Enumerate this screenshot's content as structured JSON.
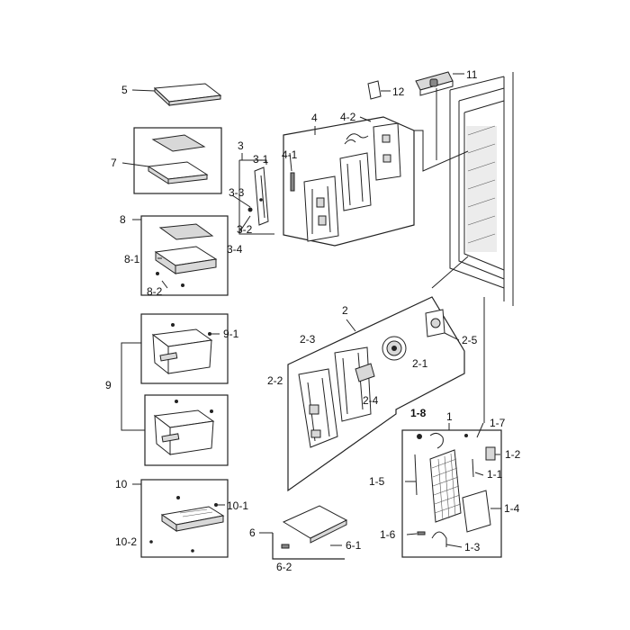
{
  "callouts": [
    {
      "id": "c5",
      "text": "5"
    },
    {
      "id": "c7",
      "text": "7"
    },
    {
      "id": "c8",
      "text": "8"
    },
    {
      "id": "c8-1",
      "text": "8-1"
    },
    {
      "id": "c8-2",
      "text": "8-2"
    },
    {
      "id": "c9",
      "text": "9"
    },
    {
      "id": "c9-1",
      "text": "9-1"
    },
    {
      "id": "c10",
      "text": "10"
    },
    {
      "id": "c10-1",
      "text": "10-1"
    },
    {
      "id": "c10-2",
      "text": "10-2"
    },
    {
      "id": "c3",
      "text": "3"
    },
    {
      "id": "c3-1",
      "text": "3-1"
    },
    {
      "id": "c3-3",
      "text": "3-3"
    },
    {
      "id": "c3-2",
      "text": "3-2"
    },
    {
      "id": "c3-4",
      "text": "3-4"
    },
    {
      "id": "c4",
      "text": "4"
    },
    {
      "id": "c4-1",
      "text": "4-1"
    },
    {
      "id": "c4-2",
      "text": "4-2"
    },
    {
      "id": "c11",
      "text": "11"
    },
    {
      "id": "c12",
      "text": "12"
    },
    {
      "id": "c2",
      "text": "2"
    },
    {
      "id": "c2-3",
      "text": "2-3"
    },
    {
      "id": "c2-1",
      "text": "2-1"
    },
    {
      "id": "c2-2",
      "text": "2-2"
    },
    {
      "id": "c2-4",
      "text": "2-4"
    },
    {
      "id": "c2-5",
      "text": "2-5"
    },
    {
      "id": "c1",
      "text": "1"
    },
    {
      "id": "c1-8",
      "text": "1-8"
    },
    {
      "id": "c1-7",
      "text": "1-7"
    },
    {
      "id": "c1-2",
      "text": "1-2"
    },
    {
      "id": "c1-1",
      "text": "1-1"
    },
    {
      "id": "c1-5",
      "text": "1-5"
    },
    {
      "id": "c1-4",
      "text": "1-4"
    },
    {
      "id": "c1-6",
      "text": "1-6"
    },
    {
      "id": "c1-3",
      "text": "1-3"
    },
    {
      "id": "c6",
      "text": "6"
    },
    {
      "id": "c6-1",
      "text": "6-1"
    },
    {
      "id": "c6-2",
      "text": "6-2"
    }
  ]
}
